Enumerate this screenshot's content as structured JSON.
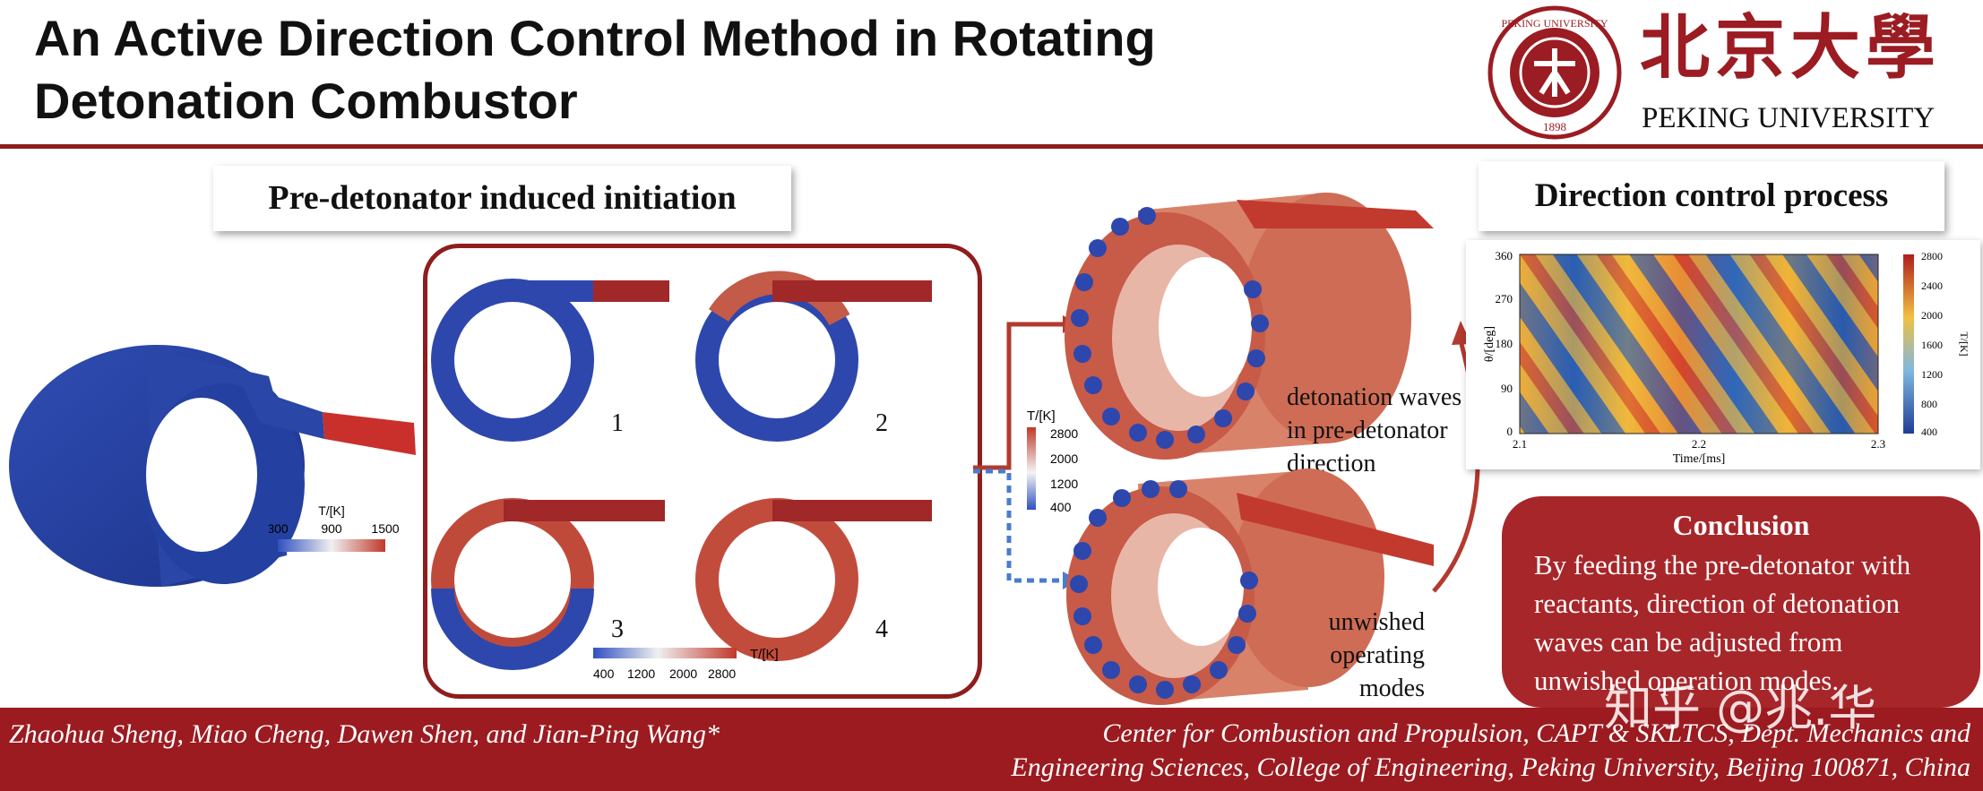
{
  "header": {
    "title_line1": "An Active Direction Control Method in Rotating",
    "title_line2": "Detonation Combustor",
    "university_cn": "北京大學",
    "university_en": "PEKING UNIVERSITY",
    "seal_text": "PEKING UNIVERSITY",
    "seal_year": "1898"
  },
  "left_panel": {
    "box_title": "Pre-detonator induced initiation",
    "colorbar": {
      "title": "T/[K]",
      "ticks": [
        "300",
        "900",
        "1500"
      ]
    },
    "frames": [
      "1",
      "2",
      "3",
      "4"
    ],
    "frame_colorbar": {
      "title": "T/[K]",
      "ticks": [
        "400",
        "1200",
        "2000",
        "2800"
      ]
    }
  },
  "middle_panel": {
    "colorbar": {
      "title": "T/[K]",
      "ticks": [
        "2800",
        "2000",
        "1200",
        "400"
      ]
    },
    "label_top": [
      "detonation waves",
      "in pre-detonator",
      "direction"
    ],
    "label_bottom": [
      "unwished",
      "operating",
      "modes"
    ]
  },
  "right_panel": {
    "box_title": "Direction control process",
    "chart_data": {
      "type": "heatmap",
      "xlabel": "Time/[ms]",
      "ylabel": "θ/[deg]",
      "x_ticks": [
        "2.1",
        "2.2",
        "2.3"
      ],
      "y_ticks": [
        "360",
        "270",
        "180",
        "90",
        "0"
      ],
      "xlim": [
        2.1,
        2.3
      ],
      "ylim": [
        0,
        360
      ],
      "colorbar": {
        "label": "T/[K]",
        "ticks": [
          "2800",
          "2400",
          "2000",
          "1600",
          "1200",
          "800",
          "400"
        ],
        "range": [
          400,
          2800
        ]
      }
    }
  },
  "conclusion": {
    "heading": "Conclusion",
    "lines": [
      "By feeding the pre-detonator with",
      "reactants, direction of detonation",
      "waves can be adjusted from",
      "unwished operation modes."
    ]
  },
  "footer": {
    "authors": "Zhaohua Sheng, Miao Cheng, Dawen Shen, and Jian-Ping Wang*",
    "affiliation_line1": "Center for Combustion and Propulsion, CAPT & SKLTCS, Dept. Mechanics and",
    "affiliation_line2": "Engineering Sciences, College of Engineering, Peking University, Beijing 100871, China"
  },
  "watermark": "知乎 @兆.华",
  "colors": {
    "brand_red": "#9b1b20",
    "hot": "#c0392b",
    "cold": "#2b45a8"
  }
}
